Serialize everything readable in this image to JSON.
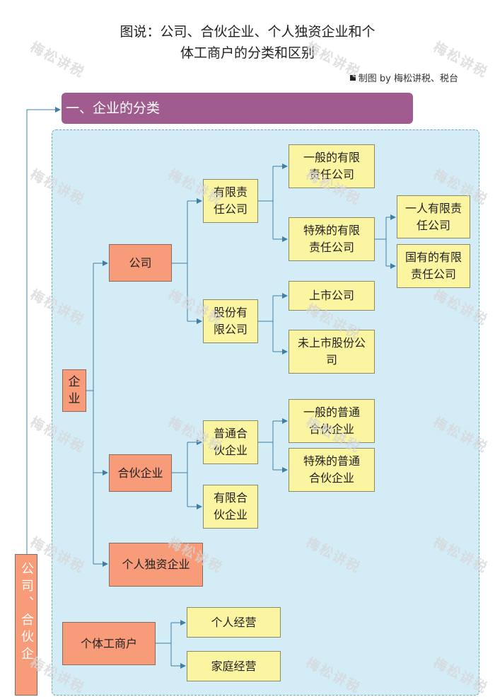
{
  "header": {
    "title_line1": "图说：公司、合伙企业、个人独资企业和个",
    "title_line2": "体工商户的分类和区别",
    "credit": "制图 by 梅松讲税、税台"
  },
  "section1": {
    "label": "一、企业的分类"
  },
  "side_label": "公司、合伙企",
  "tree": {
    "enterprise": "企业",
    "company": "公司",
    "llc": "有限责任公司",
    "llc_general": "一般的有限责任公司",
    "llc_special": "特殊的有限责任公司",
    "llc_single": "一人有限责任公司",
    "llc_state": "国有的有限责任公司",
    "joint_stock": "股份有限公司",
    "listed": "上市公司",
    "unlisted": "未上市股份公司",
    "partnership": "合伙企业",
    "general_partnership": "普通合伙企业",
    "gp_general": "一般的普通合伙企业",
    "gp_special": "特殊的普通合伙企业",
    "limited_partnership": "有限合伙企业",
    "sole_proprietorship": "个人独资企业",
    "individual_business": "个体工商户",
    "personal_operation": "个人经营",
    "family_operation": "家庭经营"
  },
  "watermark": "梅松讲税",
  "colors": {
    "section_bar": "#a05c8e",
    "panel": "#d3ecf6",
    "orange_box": "#f79b78",
    "yellow_box": "#fbf4a0",
    "connector": "#3f7fa6"
  }
}
